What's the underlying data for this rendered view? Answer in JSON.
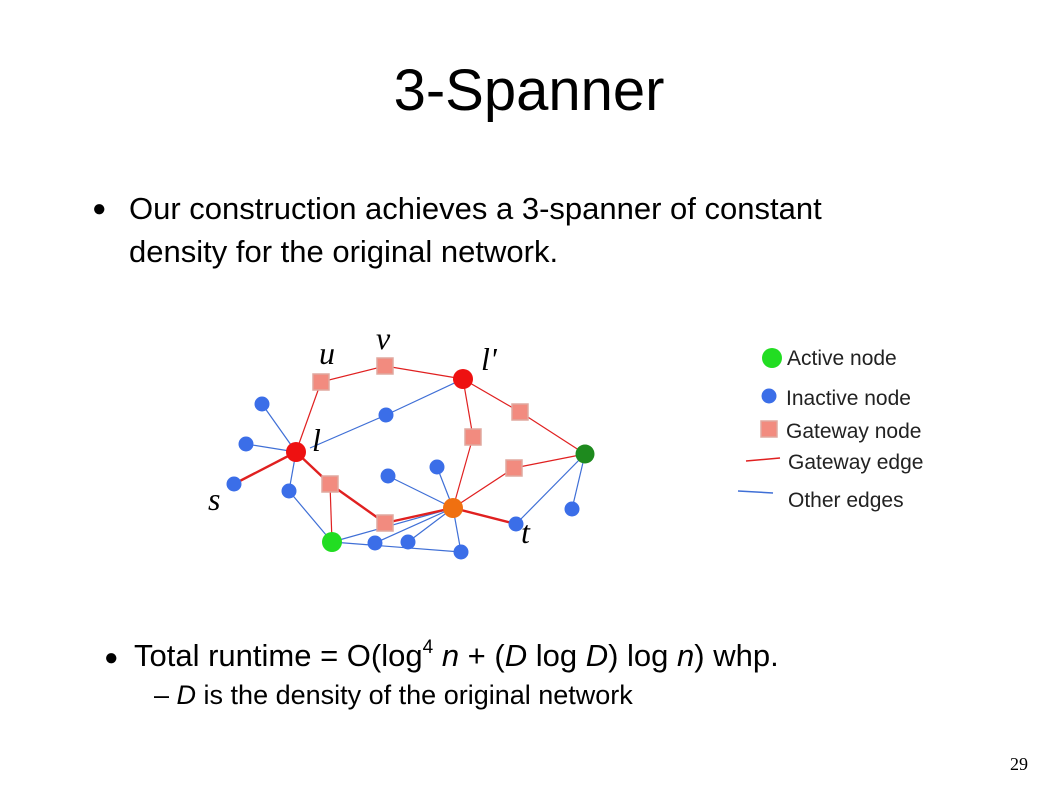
{
  "slide": {
    "title": "3-Spanner",
    "bullet1": {
      "line1": "Our construction achieves a 3-spanner of constant",
      "line2": "density for the original network."
    },
    "bullet2": {
      "pre": "Total runtime = O(log",
      "exp": "4",
      "n1": "n",
      "mid1": " + (",
      "d1": "D",
      "mid2": " log ",
      "d2": "D",
      "mid3": ") log ",
      "n2": "n",
      "post": ") whp."
    },
    "sub": {
      "dash": "–",
      "d": "D",
      "text": " is the density of the original network"
    },
    "slide_number": "29"
  },
  "diagram": {
    "node_labels": {
      "u": "u",
      "v": "v",
      "l_prime": "l'",
      "l": "l",
      "s": "s",
      "t": "t"
    },
    "legend": {
      "active": "Active node",
      "inactive": "Inactive node",
      "gateway_node": "Gateway node",
      "gateway_edge": "Gateway edge",
      "other_edges": "Other edges"
    },
    "colors": {
      "inactive": "#3b6ee8",
      "gateway": "#f28b7f",
      "gateway_stroke": "#e0a89f",
      "gateway_edge": "#e02020",
      "other_edge": "#3f6fd6",
      "leader": "#ee1111",
      "active_green": "#22dd22",
      "dark_green": "#1e8a1e",
      "orange": "#f07010"
    }
  }
}
